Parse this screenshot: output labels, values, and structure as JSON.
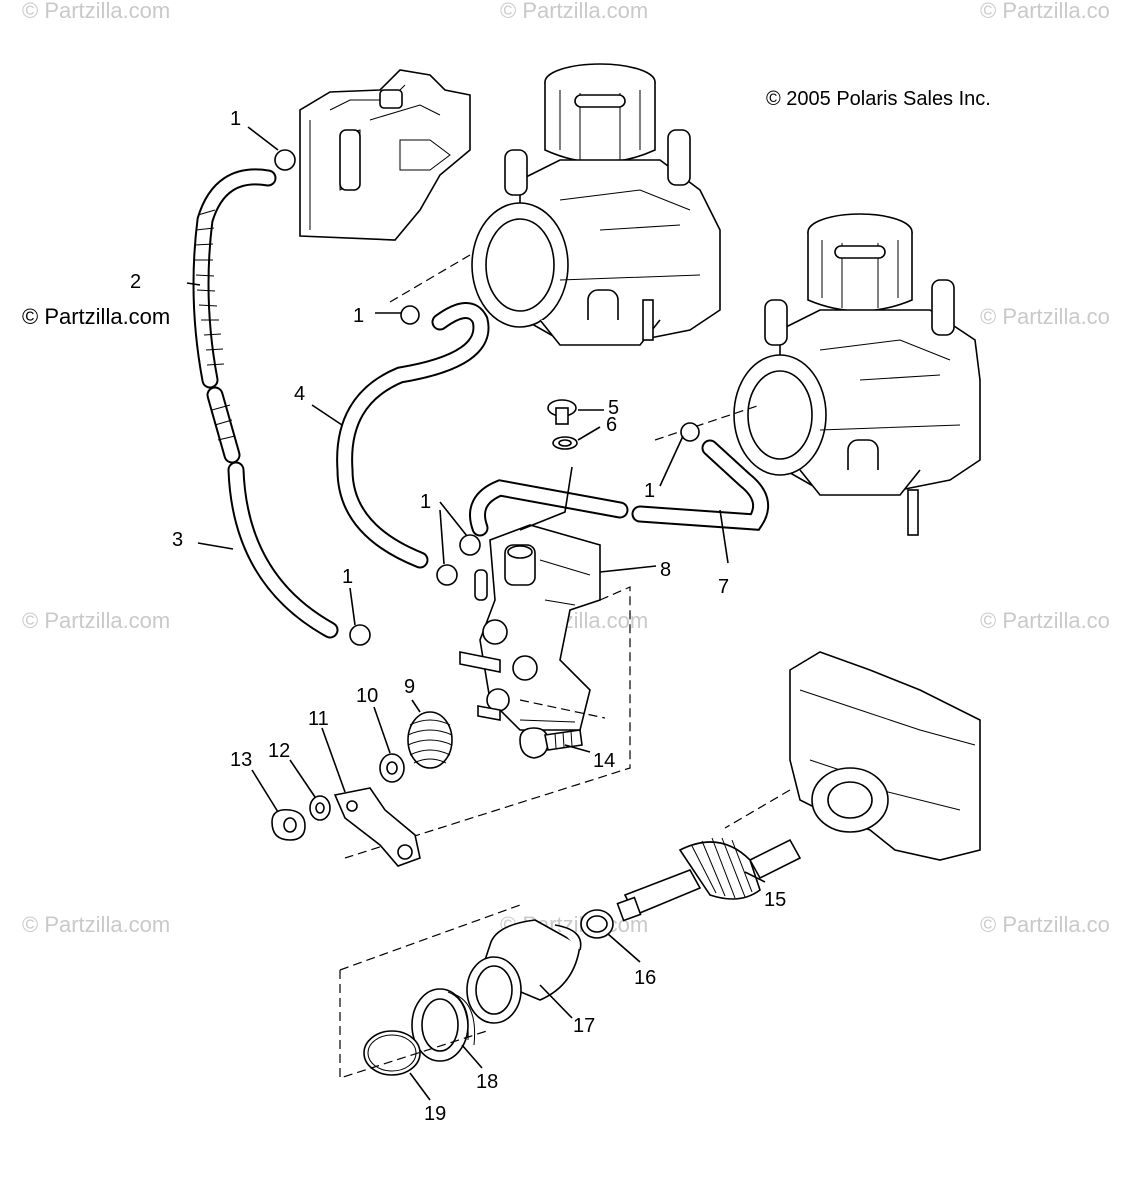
{
  "copyright": "© 2005 Polaris Sales Inc.",
  "watermark": "© Partzilla.com",
  "watermark_truncated": "© Partzilla.co",
  "callouts": {
    "c1a": "1",
    "c1b": "1",
    "c1c": "1",
    "c1d": "1",
    "c1e": "1",
    "c2": "2",
    "c3": "3",
    "c4": "4",
    "c5": "5",
    "c6": "6",
    "c7": "7",
    "c8": "8",
    "c9": "9",
    "c10": "10",
    "c11": "11",
    "c12": "12",
    "c13": "13",
    "c14": "14",
    "c15": "15",
    "c16": "16",
    "c17": "17",
    "c18": "18",
    "c19": "19"
  }
}
